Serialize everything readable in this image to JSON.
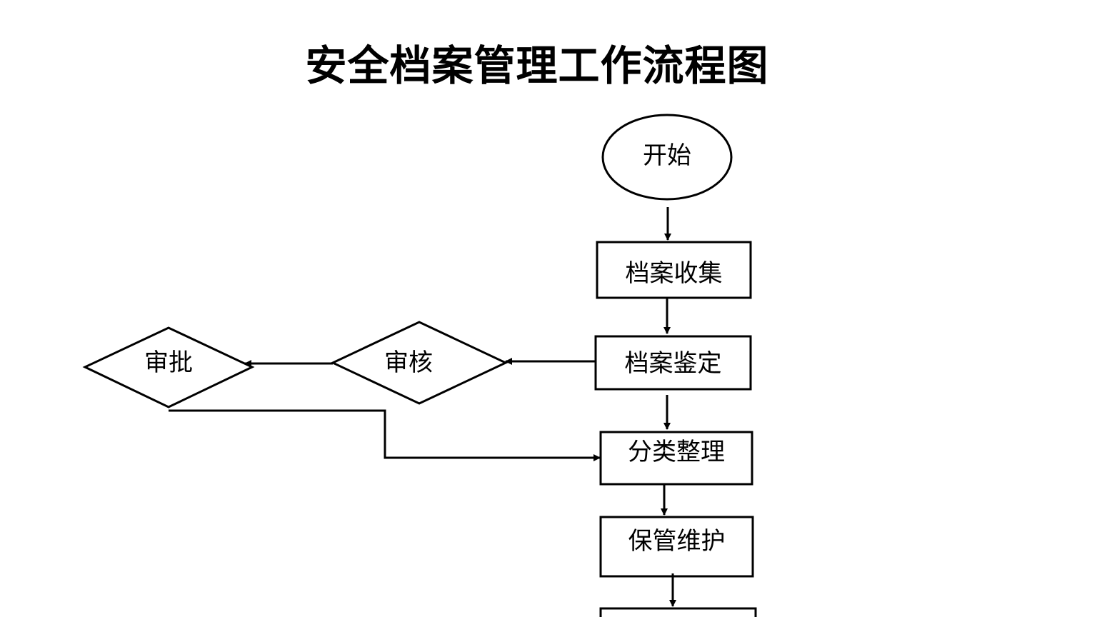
{
  "title": "安全档案管理工作流程图",
  "nodes": {
    "start": "开始",
    "collect": "档案收集",
    "appraise": "档案鉴定",
    "review": "审核",
    "approve": "审批",
    "classify": "分类整理",
    "maintain": "保管维护"
  },
  "edges": [
    {
      "from": "start",
      "to": "collect"
    },
    {
      "from": "collect",
      "to": "appraise"
    },
    {
      "from": "appraise",
      "to": "review"
    },
    {
      "from": "review",
      "to": "approve"
    },
    {
      "from": "approve",
      "to": "classify"
    },
    {
      "from": "appraise",
      "to": "classify"
    },
    {
      "from": "classify",
      "to": "maintain"
    },
    {
      "from": "maintain",
      "to": "next-step"
    }
  ]
}
